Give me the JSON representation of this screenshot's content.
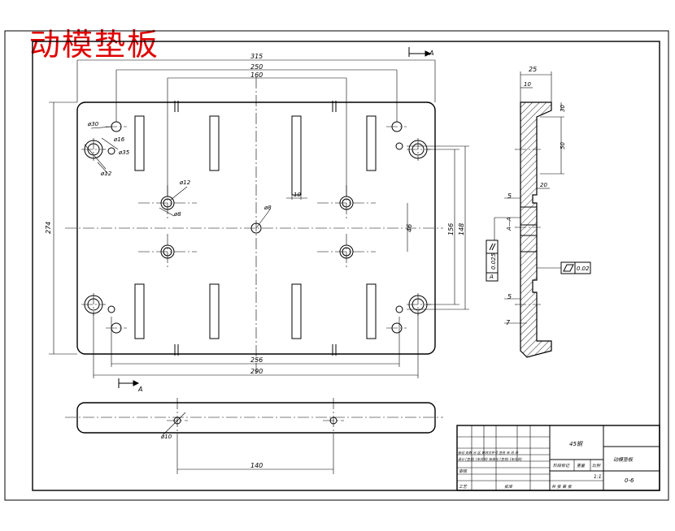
{
  "title": "动模垫板",
  "section_marks": {
    "top": "A",
    "bottom": "A",
    "view": "A—A"
  },
  "dims": {
    "top_315": "315",
    "top_250": "250",
    "top_160": "160",
    "left_274": "274",
    "right_156": "156",
    "right_148": "148",
    "mid_46": "46",
    "slot_10": "10",
    "bottom_256": "256",
    "bottom_290": "290",
    "strip_140": "140",
    "d_left_top": "ø30",
    "d_16": "ø16",
    "d_35": "ø35",
    "d_12_left": "ø12",
    "d_12_mid": "ø12",
    "d_8_left": "ø8",
    "d_8_mid": "ø8",
    "d_strip": "ø10"
  },
  "side_dims": {
    "w25": "25",
    "w10": "10",
    "h30": "30",
    "h50": "50",
    "h20": "20",
    "s5a": "5",
    "s5b": "5",
    "s7": "7",
    "parallel_value": "0.025",
    "datum": "A",
    "flatness_value": "0.02"
  },
  "title_block": {
    "material": "45钢",
    "part_name": "动模垫板",
    "drawing_no": "0-6",
    "ratio_label": "比例",
    "scale": "1:1",
    "weight_label": "重量",
    "stage_label": "阶段标记",
    "sheets": "共   张 第   张",
    "row_mark": "标记 处数 分 区 更改文件号 签名 年 月 日",
    "row_design": "设计 (签名) (年月日) 标准化 (签名) (年月日)",
    "row_review": "审核",
    "row_craft": "工艺",
    "row_approve": "批准"
  }
}
